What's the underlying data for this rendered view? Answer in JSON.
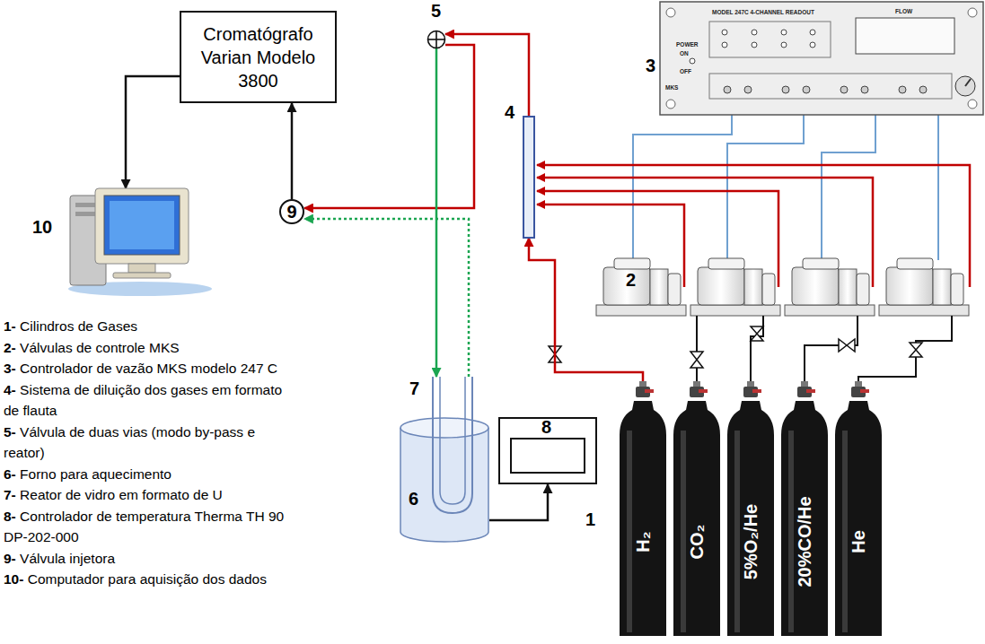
{
  "diagram": {
    "nodes": [
      {
        "text": [
          "10"
        ]
      },
      {
        "text": [
          "Cromatógrafo Varian Modelo 3800"
        ]
      },
      {
        "text": [
          "5"
        ]
      },
      {
        "text": [
          "9"
        ]
      },
      {
        "text": [
          "4"
        ]
      },
      {
        "text": [
          "3",
          "MODEL 247C 4-CHANNEL READOUT",
          "FLOW",
          "POWER",
          "ON",
          "OFF",
          "MKS"
        ]
      },
      {
        "text": [
          "6"
        ]
      },
      {
        "text": [
          "7"
        ]
      },
      {
        "text": [
          "8"
        ]
      },
      {
        "text": [
          "H₂"
        ]
      },
      {
        "text": [
          "CO₂"
        ]
      },
      {
        "text": [
          "5%O₂/He"
        ]
      },
      {
        "text": [
          "20%CO/He"
        ]
      },
      {
        "text": [
          "He"
        ]
      }
    ],
    "edges": [
      {
        "from": 1,
        "to": 0,
        "arrow": "to"
      },
      {
        "from": 3,
        "to": 1,
        "arrow": "to"
      },
      {
        "from": 4,
        "to": 2,
        "arrow": "to"
      },
      {
        "from": 2,
        "to": 3,
        "arrow": "to"
      },
      {
        "from": 2,
        "to": 7,
        "arrow": "to"
      },
      {
        "from": 7,
        "to": 3,
        "arrow": "to"
      },
      {
        "from": 9,
        "to": 4,
        "arrow": "to"
      },
      {
        "from": 6,
        "to": 8,
        "arrow": "to"
      }
    ],
    "labels": [
      "1- Cilindros de Gases",
      "2- Válvulas de controle MKS",
      "3- Controlador de vazão MKS modelo 247 C",
      "4- Sistema de diluição dos gases em formato de flauta",
      "5- Válvula de duas vias (modo by-pass e reator)",
      "6- Forno para aquecimento",
      "7- Reator de vidro em formato de U",
      "8- Controlador de temperatura Therma TH 90 DP-202-000",
      "9- Válvula injetora",
      "10- Computador para aquisição dos dados",
      "2",
      "1"
    ]
  }
}
